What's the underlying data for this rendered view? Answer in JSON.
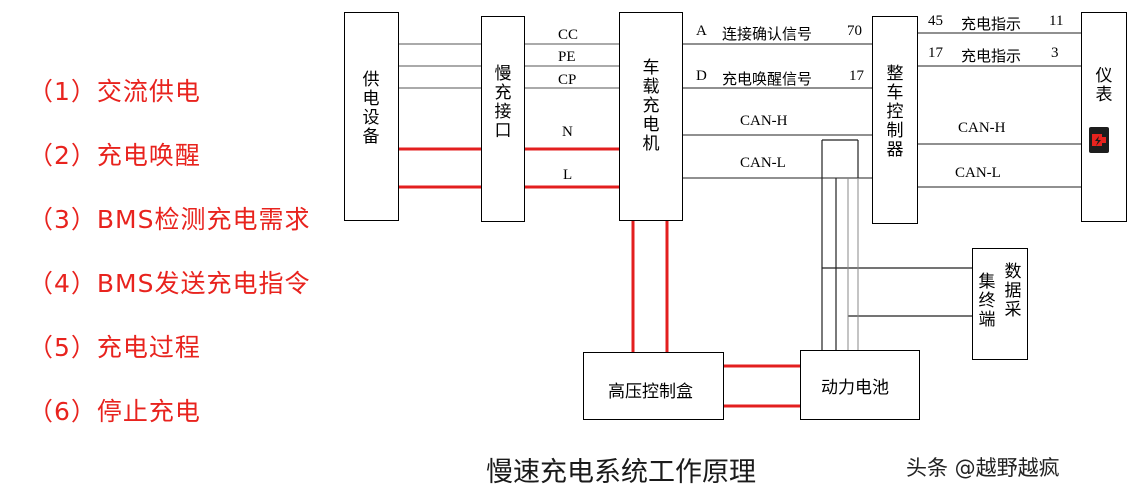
{
  "steps": [
    "（1）交流供电",
    "（2）充电唤醒",
    "（3）BMS检测充电需求",
    "（4）BMS发送充电指令",
    "（5）充电过程",
    "（6）停止充电"
  ],
  "boxes": {
    "supply_equipment": "供电设备",
    "slow_charge_port": "慢充接口",
    "onboard_charger": "车载充电机",
    "vehicle_controller": "整车控制器",
    "instrument": "仪表",
    "data_collection": "数据采集终端",
    "hv_box": "高压控制盒",
    "power_battery": "动力电池"
  },
  "port_signals": {
    "cc": "CC",
    "pe": "PE",
    "cp": "CP",
    "n": "N",
    "l": "L"
  },
  "obc_signals": {
    "a_pin": "A",
    "a_label": "连接确认信号",
    "a_num": "70",
    "d_pin": "D",
    "d_label": "充电唤醒信号",
    "d_num": "17",
    "can_h": "CAN-H",
    "can_l": "CAN-L"
  },
  "vcu_signals": {
    "s45_pin": "45",
    "s45_label": "充电指示",
    "s45_num": "11",
    "s17_pin": "17",
    "s17_label": "充电指示",
    "s17_num": "3",
    "can_h": "CAN-H",
    "can_l": "CAN-L"
  },
  "title": "慢速充电系统工作原理",
  "watermark": "头条 @越野越疯",
  "colors": {
    "steps_text": "#e8231e",
    "power_line": "#e31f1f",
    "signal_line": "#000000",
    "lamp_bg": "#1d1d1d",
    "lamp_icon": "#e8231e"
  },
  "icons": {
    "instrument_lamp": "charging-indicator-icon"
  }
}
